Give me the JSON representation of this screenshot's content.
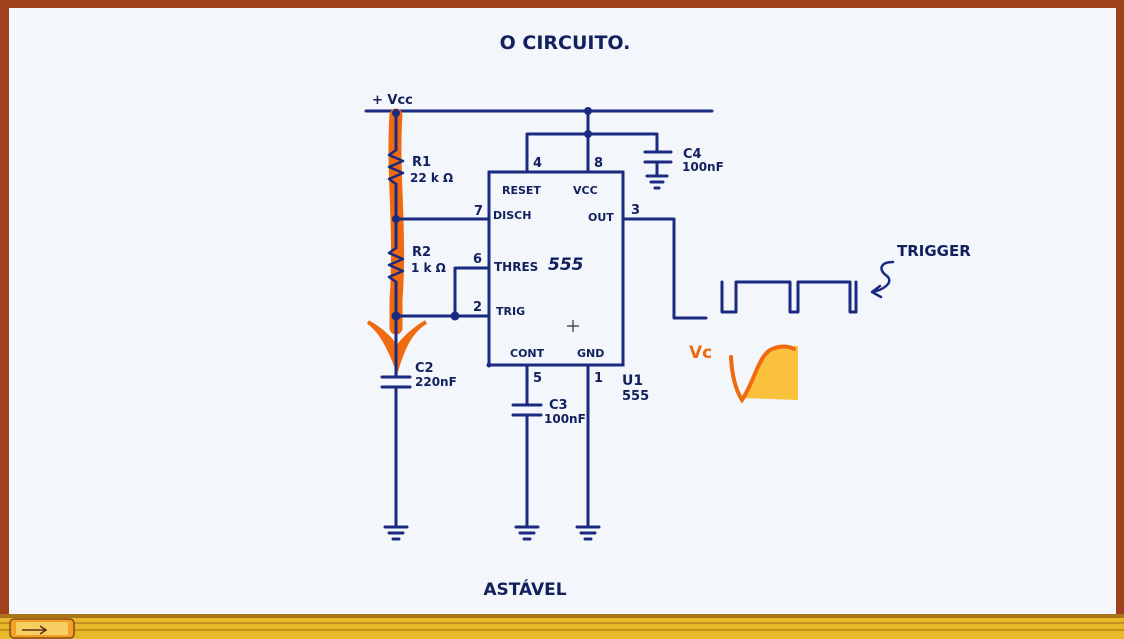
{
  "title": "O CIRCUITO.",
  "footer": "ASTÁVEL",
  "supply": "+ Vcc",
  "components": {
    "r1": {
      "ref": "R1",
      "value": "22 k Ω"
    },
    "r2": {
      "ref": "R2",
      "value": "1 k Ω"
    },
    "c2": {
      "ref": "C2",
      "value": "220nF"
    },
    "c3": {
      "ref": "C3",
      "value": "100nF"
    },
    "c4": {
      "ref": "C4",
      "value": "100nF"
    },
    "u1": {
      "ref": "U1",
      "value": "555"
    }
  },
  "ic": {
    "name": "555",
    "pins": {
      "reset": {
        "num": "4",
        "label": "RESET"
      },
      "vcc": {
        "num": "8",
        "label": "VCC"
      },
      "disch": {
        "num": "7",
        "label": "DISCH"
      },
      "out": {
        "num": "3",
        "label": "OUT"
      },
      "thres": {
        "num": "6",
        "label": "THRES"
      },
      "trig": {
        "num": "2",
        "label": "TRIG"
      },
      "cont": {
        "num": "5",
        "label": "CONT"
      },
      "gnd": {
        "num": "1",
        "label": "GND"
      }
    }
  },
  "annotations": {
    "trigger": "TRIGGER",
    "vc": "Vc"
  },
  "colors": {
    "frame": "#a0411c",
    "wire": "#1a2a80",
    "text": "#12205e",
    "highlight": "#f06a10",
    "fill_yellow": "#fbc13c",
    "background": "#f3f6fa"
  }
}
